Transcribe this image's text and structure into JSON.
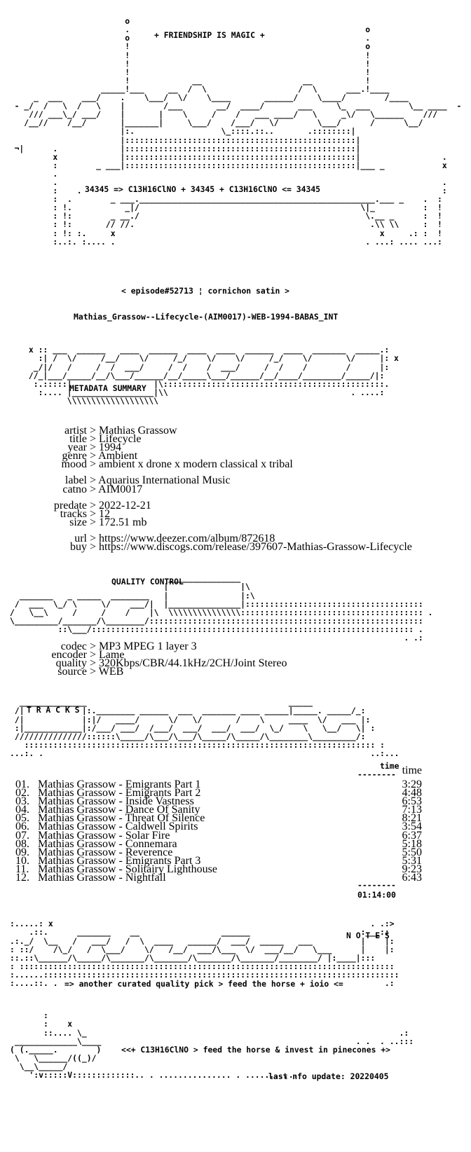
{
  "header": {
    "motto": "+ FRIENDSHIP IS MAGIC +",
    "formula": "34345 => C13H16ClNO + 34345 + C13H16ClNO <= 34345",
    "episode": "< episode#52713 ¦ cornichon satin >",
    "release_name": "Mathias_Grassow--Lifecycle-(AIM0017)-WEB-1994-BABAS_INT"
  },
  "sections": {
    "metadata_title": "METADATA SUMMARY",
    "quality_title": "QUALITY CONTROL",
    "tracks_title": "T R A C K S",
    "notes_title": "N O T E S"
  },
  "metadata": [
    {
      "key": "artist",
      "value": "Mathias Grassow"
    },
    {
      "key": "title",
      "value": "Lifecycle"
    },
    {
      "key": "year",
      "value": "1994"
    },
    {
      "key": "genre",
      "value": "Ambient"
    },
    {
      "key": "mood",
      "value": "ambient x drone x modern classical x tribal"
    },
    {
      "key": "label",
      "value": "Aquarius International Music"
    },
    {
      "key": "catno",
      "value": "AIM0017"
    },
    {
      "key": "predate",
      "value": "2022-12-21"
    },
    {
      "key": "tracks",
      "value": "12"
    },
    {
      "key": "size",
      "value": "172.51 mb"
    },
    {
      "key": "url",
      "value": "https://www.deezer.com/album/872618"
    },
    {
      "key": "buy",
      "value": "https://www.discogs.com/release/397607-Mathias-Grassow-Lifecycle"
    }
  ],
  "quality": [
    {
      "key": "codec",
      "value": "MP3 MPEG 1 layer 3"
    },
    {
      "key": "encoder",
      "value": "Lame"
    },
    {
      "key": "quality",
      "value": "320Kbps/CBR/44.1kHz/2CH/Joint Stereo"
    },
    {
      "key": "source",
      "value": "WEB"
    }
  ],
  "tracklist": {
    "time_header": "time",
    "rule": "--------",
    "total": "01:14:00",
    "items": [
      {
        "num": "01.",
        "title": "Mathias Grassow - Emigrants Part 1",
        "time": "3:29"
      },
      {
        "num": "02.",
        "title": "Mathias Grassow - Emigrants Part 2",
        "time": "4:48"
      },
      {
        "num": "03.",
        "title": "Mathias Grassow - Inside Vastness",
        "time": "6:53"
      },
      {
        "num": "04.",
        "title": "Mathias Grassow - Dance Of Sanity",
        "time": "7:13"
      },
      {
        "num": "05.",
        "title": "Mathias Grassow - Threat Of Silence",
        "time": "8:21"
      },
      {
        "num": "06.",
        "title": "Mathias Grassow - Caldwell Spirits",
        "time": "3:54"
      },
      {
        "num": "07.",
        "title": "Mathias Grassow - Solar Fire",
        "time": "6:37"
      },
      {
        "num": "08.",
        "title": "Mathias Grassow - Connemara",
        "time": "5:18"
      },
      {
        "num": "09.",
        "title": "Mathias Grassow - Reverence",
        "time": "5:50"
      },
      {
        "num": "10.",
        "title": "Mathias Grassow - Emigrants Part 3",
        "time": "5:31"
      },
      {
        "num": "11.",
        "title": "Mathias Grassow - Solitairy Lighthouse",
        "time": "9:23"
      },
      {
        "num": "12.",
        "title": "Mathias Grassow - Nightfall",
        "time": "6:43"
      }
    ]
  },
  "notes": {
    "pick_line": "=> another curated quality pick > feed the horse + ioio <=",
    "footer_line": "<<+ C13H16ClNO > feed the horse & invest in pinecones +>",
    "last_update": "last nfo update: 20220405"
  }
}
